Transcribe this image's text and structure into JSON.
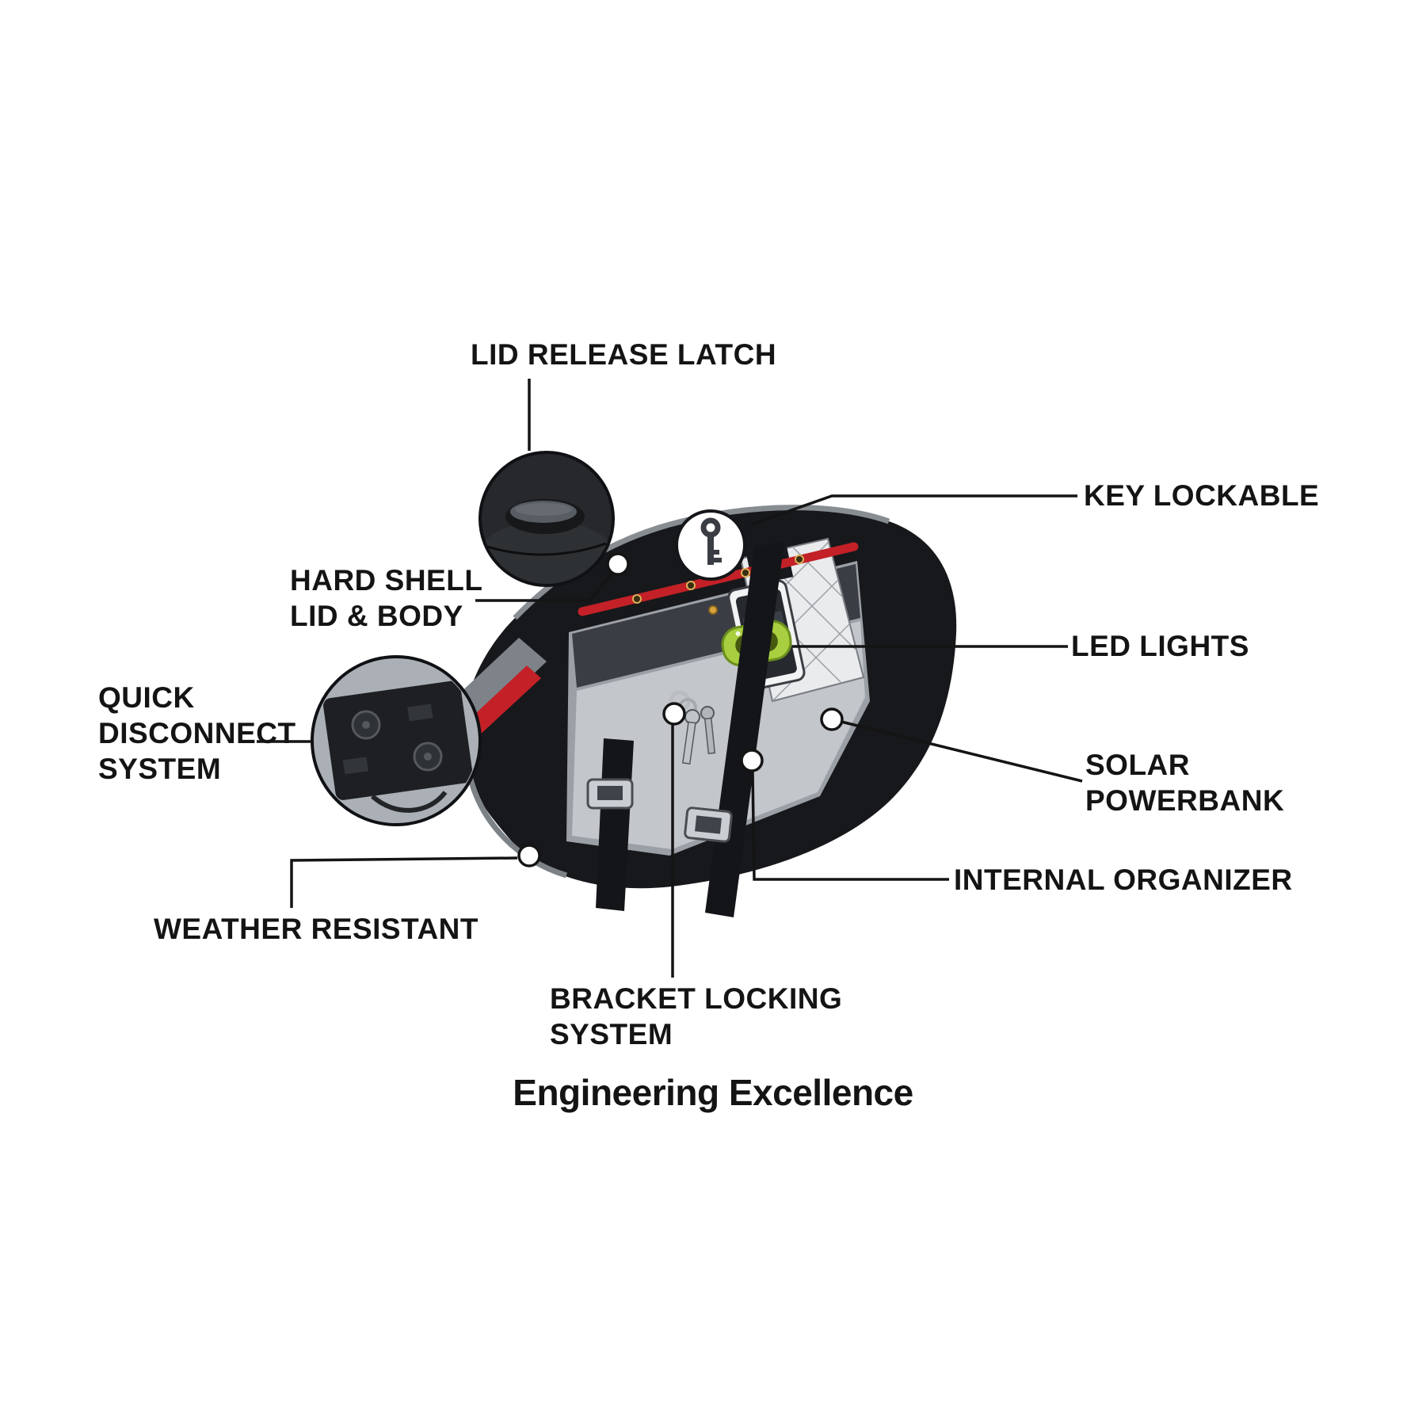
{
  "figure": {
    "caption": "Engineering Excellence"
  },
  "callouts": {
    "lid_release_latch": {
      "label": "LID RELEASE LATCH"
    },
    "key_lockable": {
      "label": "KEY LOCKABLE"
    },
    "hard_shell_lid_body": {
      "label": "HARD SHELL\nLID & BODY"
    },
    "led_lights": {
      "label": "LED LIGHTS"
    },
    "quick_disconnect_system": {
      "label": "QUICK\nDISCONNECT\nSYSTEM"
    },
    "solar_powerbank": {
      "label": "SOLAR\nPOWERBANK"
    },
    "weather_resistant": {
      "label": "WEATHER RESISTANT"
    },
    "internal_organizer": {
      "label": "INTERNAL ORGANIZER"
    },
    "bracket_locking_system": {
      "label": "BRACKET LOCKING\nSYSTEM"
    }
  },
  "icons": {
    "key_badge": "key-icon",
    "latch_inset": "latch-detail-icon",
    "quick_disconnect_inset": "mounting-plate-icon"
  },
  "colors": {
    "background": "#ffffff",
    "text": "#141414",
    "line": "#141414",
    "accent_red": "#c32127",
    "led_green": "#a8cf3f"
  }
}
